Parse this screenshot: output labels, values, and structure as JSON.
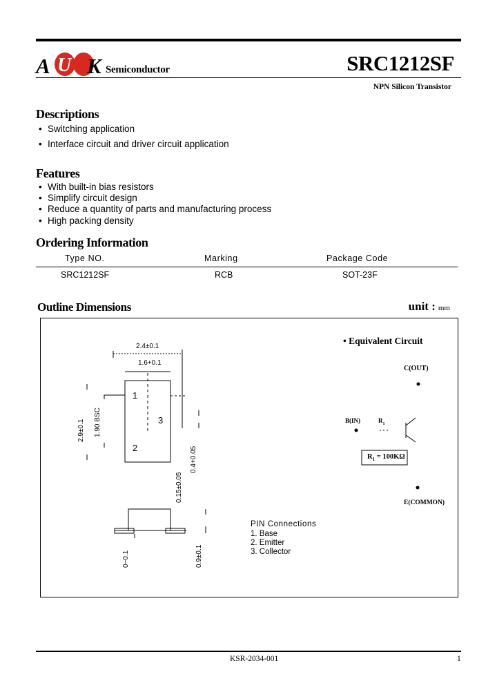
{
  "header": {
    "logo": {
      "letters": [
        "A",
        "U",
        "K"
      ],
      "suffix": "Semiconductor"
    },
    "part_number": "SRC1212SF",
    "subtitle": "NPN Silicon Transistor"
  },
  "descriptions": {
    "title": "Descriptions",
    "items": [
      "Switching application",
      "Interface circuit and driver circuit application"
    ]
  },
  "features": {
    "title": "Features",
    "items": [
      "With built-in bias resistors",
      "Simplify circuit design",
      "Reduce a quantity of parts and manufacturing process",
      "High packing density"
    ]
  },
  "ordering": {
    "title": "Ordering Information",
    "headers": [
      "Type NO.",
      "Marking",
      "Package Code"
    ],
    "rows": [
      [
        "SRC1212SF",
        "RCB",
        "SOT-23F"
      ]
    ]
  },
  "outline": {
    "title": "Outline Dimensions",
    "unit_label": "unit :",
    "unit_value": "mm",
    "dims": {
      "top_width": "2.4±0.1",
      "body_width": "1.6+0.1",
      "height_total": "2.9±0.1",
      "pin_pitch": "1.90 BSC",
      "lead_width": "0.4+0.05",
      "lead_thickness": "0.15±0.05",
      "standoff": "0~0.1",
      "body_height": "0.9±0.1"
    },
    "pins": [
      "1",
      "2",
      "3"
    ],
    "pin_connections": {
      "title": "PIN Connections",
      "items": [
        "1. Base",
        "2. Emitter",
        "3. Collector"
      ]
    },
    "equivalent_circuit": {
      "title": "Equivalent Circuit",
      "collector": "C(OUT)",
      "base": "B(IN)",
      "resistor": "R",
      "resistor_sub": "1",
      "resistor_value_prefix": "R",
      "resistor_value_sub": "1",
      "resistor_value": "= 100KΩ",
      "emitter": "E(COMMON)"
    }
  },
  "footer": {
    "doc_code": "KSR-2034-001",
    "page": "1"
  },
  "colors": {
    "logo_red": "#d9281f",
    "ink": "#000000"
  }
}
